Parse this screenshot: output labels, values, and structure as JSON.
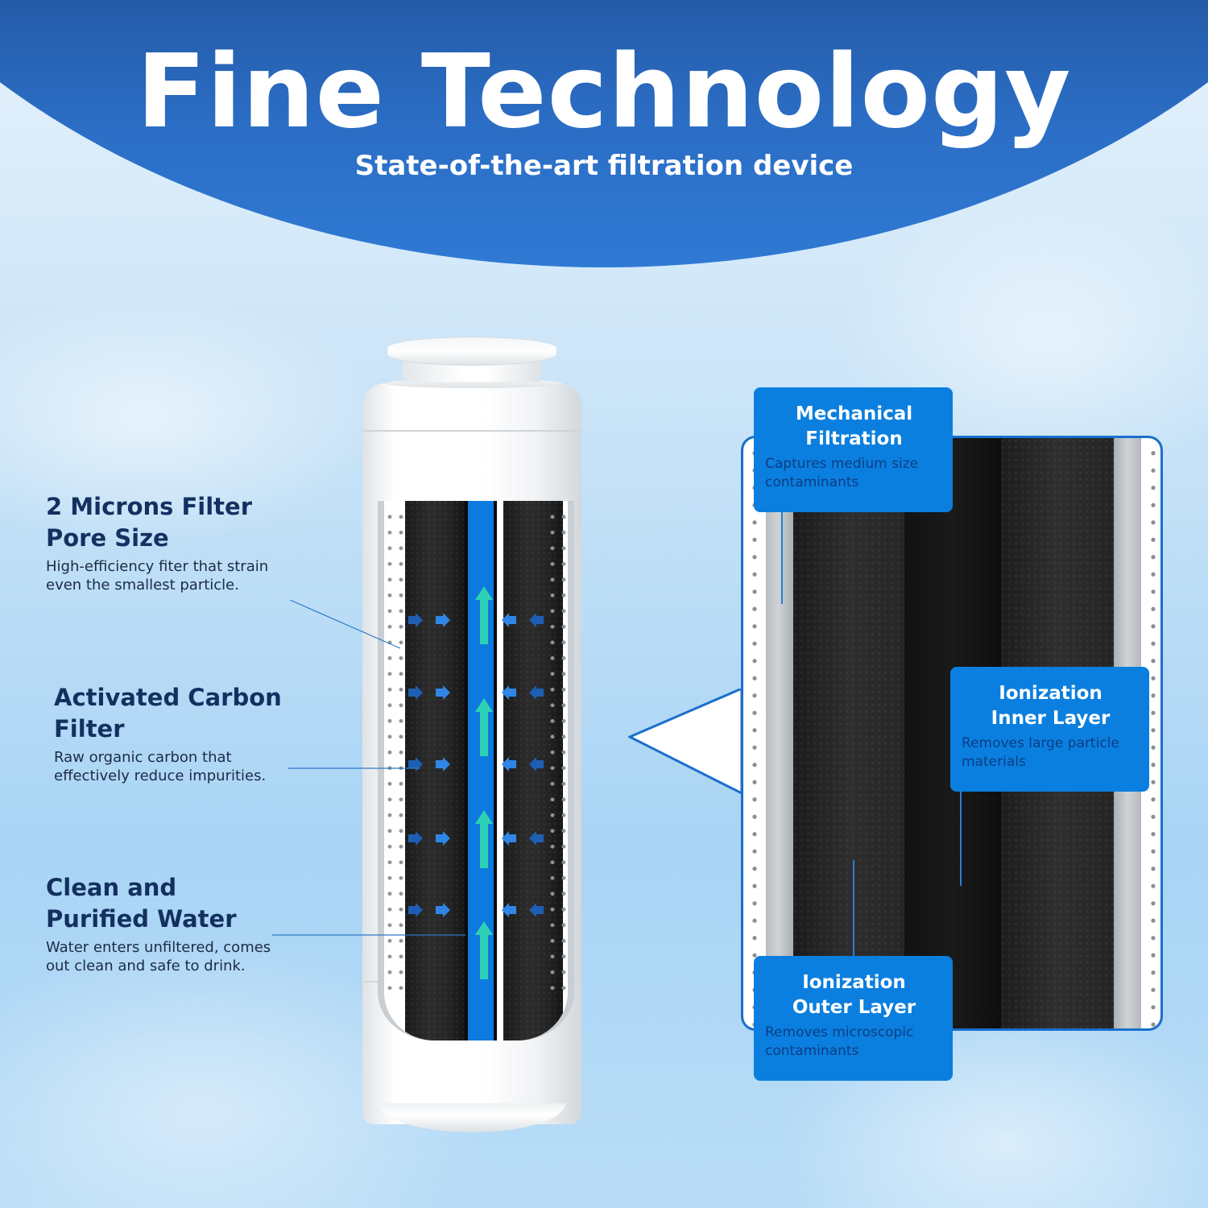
{
  "header": {
    "title": "Fine Technology",
    "subtitle": "State-of-the-art filtration device"
  },
  "features": [
    {
      "title_line1": "2 Microns Filter",
      "title_line2": "Pore Size",
      "desc_line1": "High-efficiency fiter that strain",
      "desc_line2": "even the smallest particle."
    },
    {
      "title_line1": "Activated Carbon",
      "title_line2": "Filter",
      "desc_line1": "Raw organic carbon that",
      "desc_line2": "effectively reduce impurities."
    },
    {
      "title_line1": "Clean and",
      "title_line2": "Purified Water",
      "desc_line1": "Water enters unfiltered, comes",
      "desc_line2": "out clean and safe to drink."
    }
  ],
  "layers": [
    {
      "title_line1": "Mechanical",
      "title_line2": "Filtration",
      "desc_line1": "Captures medium size",
      "desc_line2": "contaminants"
    },
    {
      "title_line1": "Ionization",
      "title_line2": "Inner Layer",
      "desc_line1": "Removes large particle",
      "desc_line2": "materials"
    },
    {
      "title_line1": "Ionization",
      "title_line2": "Outer Layer",
      "desc_line1": "Removes microscopic",
      "desc_line2": "contaminants"
    }
  ],
  "icons": {
    "flow_up": "up-arrow",
    "flow_in": "right-arrow",
    "flow_in_reverse": "left-arrow"
  },
  "colors": {
    "header_blue": "#1f4f95",
    "accent_blue": "#0a7fdf",
    "core_blue": "#0d7ae0",
    "flow_teal": "#2ed1b5",
    "text_navy": "#13305f"
  }
}
